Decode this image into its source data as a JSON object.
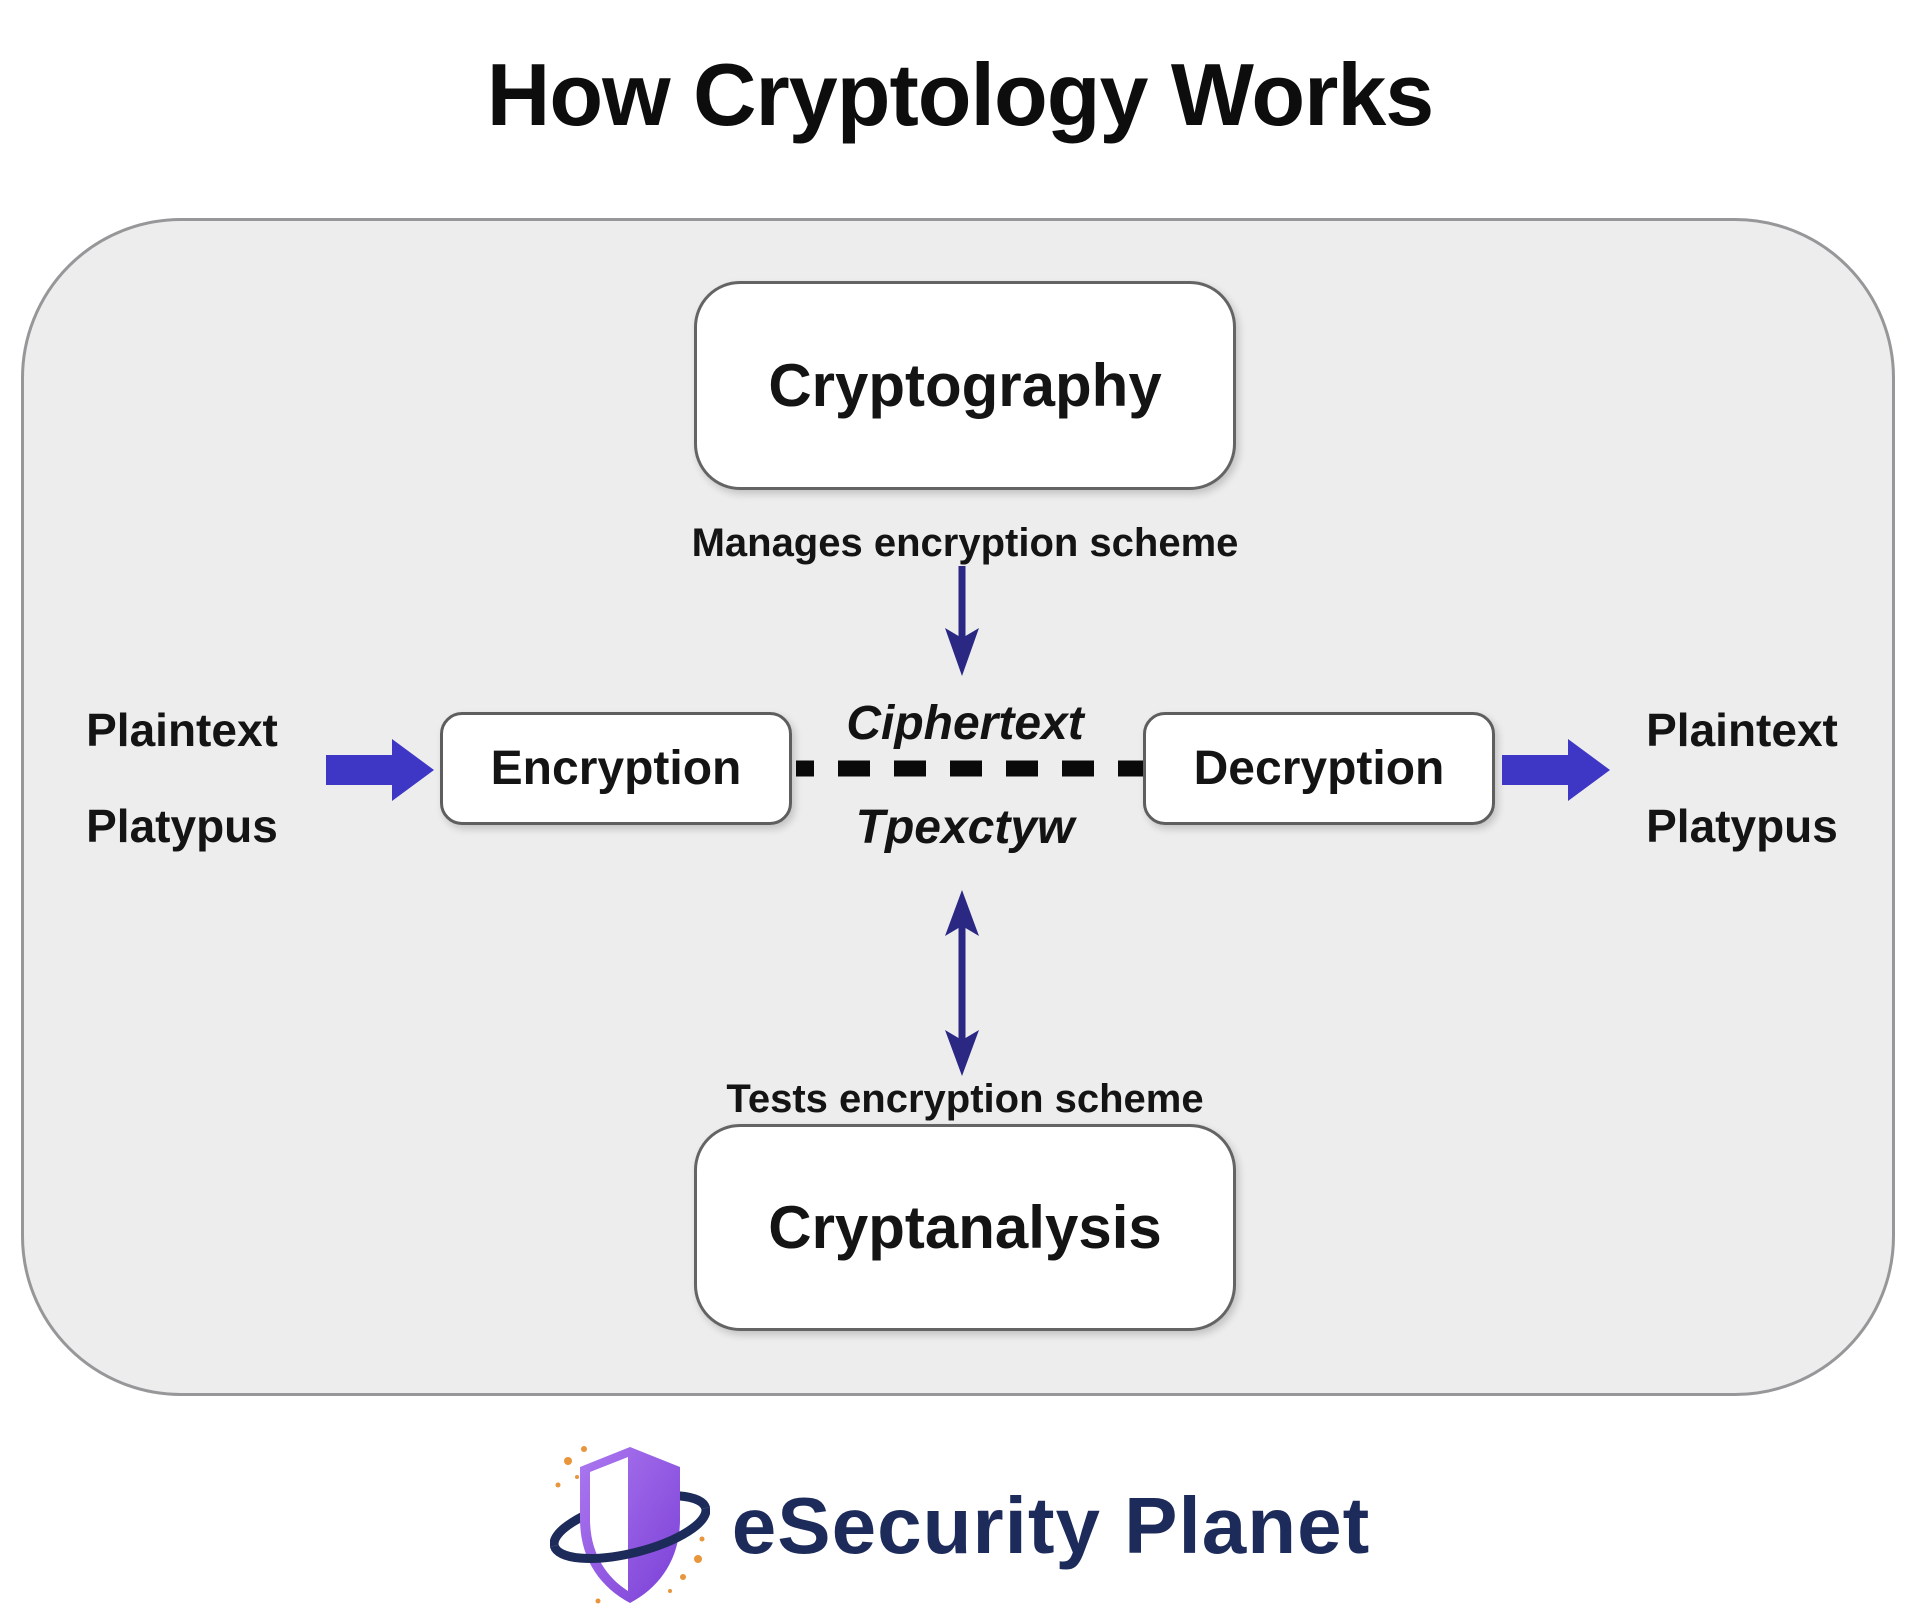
{
  "title": "How Cryptology Works",
  "nodes": {
    "cryptography": {
      "label": "Cryptography",
      "caption": "Manages encryption scheme"
    },
    "encryption": {
      "label": "Encryption"
    },
    "decryption": {
      "label": "Decryption"
    },
    "cryptanalysis": {
      "label": "Cryptanalysis",
      "caption": "Tests encryption scheme"
    }
  },
  "flow": {
    "input": {
      "term": "Plaintext",
      "example": "Platypus"
    },
    "cipher": {
      "term": "Ciphertext",
      "example": "Tpexctyw"
    },
    "output": {
      "term": "Plaintext",
      "example": "Platypus"
    }
  },
  "footer": {
    "brand": "eSecurity Planet"
  },
  "colors": {
    "arrow_horizontal": "#3E37C5",
    "arrow_vertical": "#2B2884",
    "dash": "#0A0A0A",
    "panel_bg": "#EDEDED",
    "brand_navy": "#1D2B5A",
    "shield_purple": "#8B4FE0",
    "dot_orange": "#E8953B"
  }
}
